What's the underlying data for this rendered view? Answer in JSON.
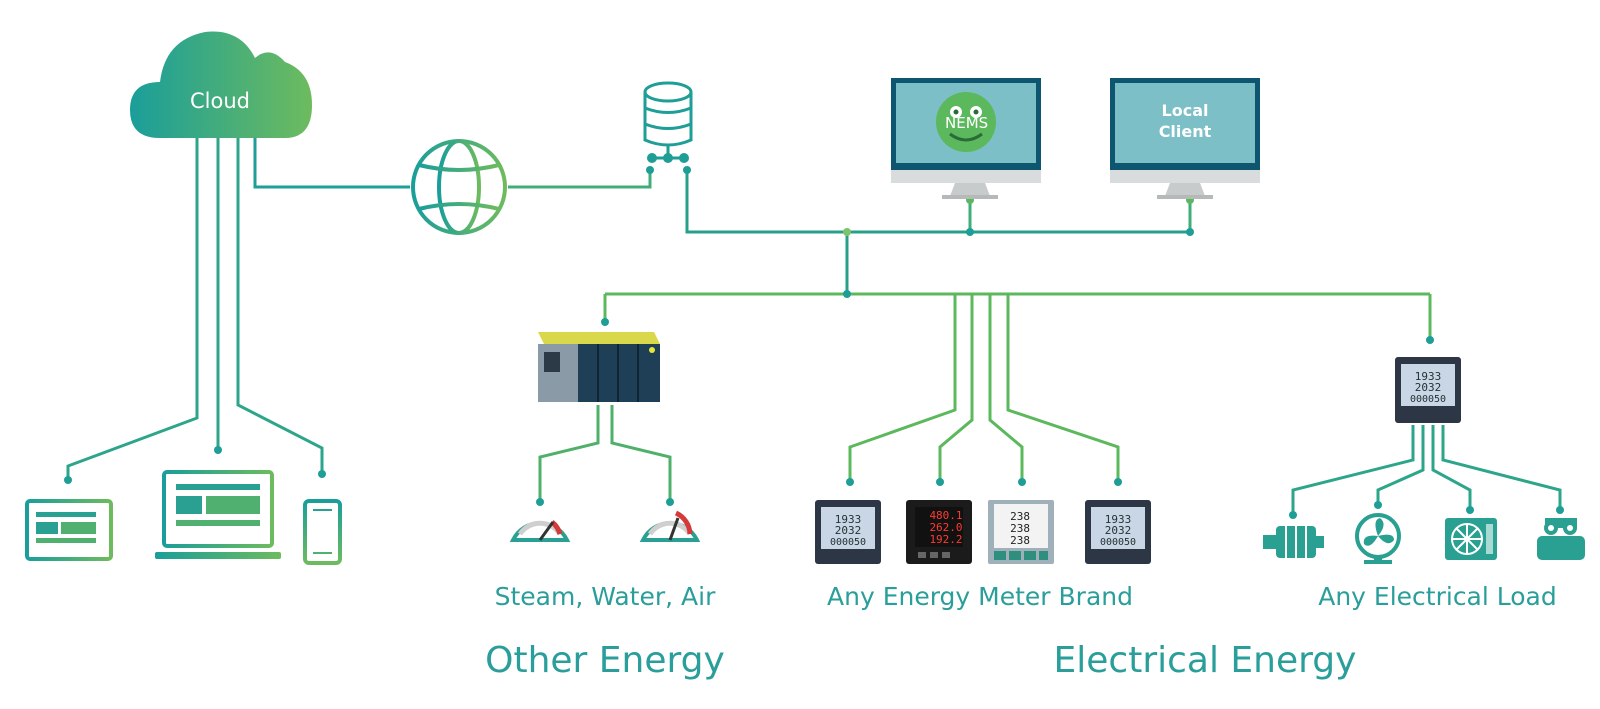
{
  "cloud": {
    "label": "Cloud"
  },
  "monitors": {
    "nems": {
      "label": "NEMS"
    },
    "local": {
      "line1": "Local",
      "line2": "Client"
    }
  },
  "groups": {
    "other": {
      "caption": "Steam, Water, Air",
      "title": "Other Energy"
    },
    "meters": {
      "caption": "Any Energy Meter Brand"
    },
    "loads": {
      "caption": "Any Electrical Load"
    },
    "electrical": {
      "title": "Electrical Energy"
    }
  },
  "meter_readings": {
    "meter_a": [
      "1933",
      "2032",
      "000050"
    ],
    "meter_b": [
      "480.1",
      "262.0",
      "192.2"
    ],
    "meter_c": [
      "238",
      "238",
      "238"
    ],
    "meter_d": [
      "1933",
      "2032",
      "000050"
    ],
    "meter_e": [
      "1933",
      "2032",
      "000050"
    ]
  },
  "colors": {
    "line_teal": "#1e9e96",
    "line_green": "#5cb85c",
    "text_teal": "#2a9e9a",
    "monitor_frame": "#0e5570",
    "screen_fill": "#7cbfc6"
  }
}
